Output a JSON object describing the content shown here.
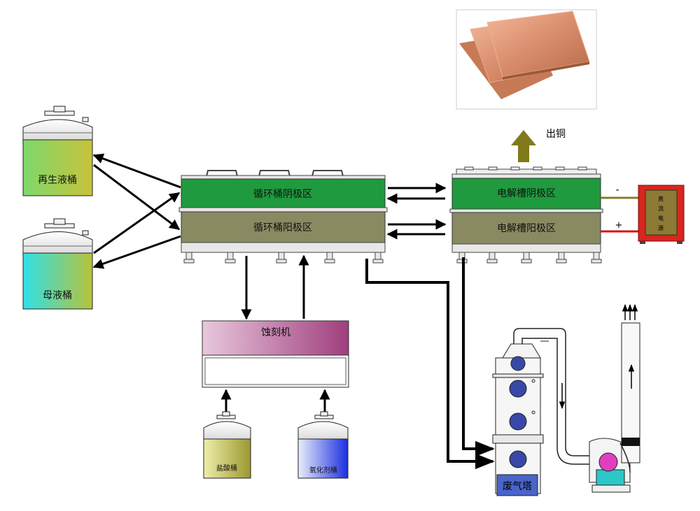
{
  "tanks": {
    "regen": "再生液桶",
    "mother": "母液桶",
    "hcl": "盐酸桶",
    "oxidizer": "氧化剂桶"
  },
  "circulation": {
    "cathode": "循环桶阴极区",
    "anode": "循环桶阳极区"
  },
  "electrolysis": {
    "cathode": "电解槽阴极区",
    "anode": "电解槽阳极区"
  },
  "etcher": "蚀刻机",
  "copper_out": "出铜",
  "power": {
    "label_line1": "直",
    "label_line2": "流",
    "label_line3": "电",
    "label_line4": "源",
    "minus": "-",
    "plus": "+"
  },
  "scrubber": "废气塔",
  "colors": {
    "dark_green": "#1f9a3f",
    "olive": "#8a8a62",
    "red_box": "#d8261f",
    "power_inner": "#8c7a36",
    "arrow_olive": "#807a1a",
    "pink": "#e040c0",
    "teal": "#2cc7c7"
  }
}
